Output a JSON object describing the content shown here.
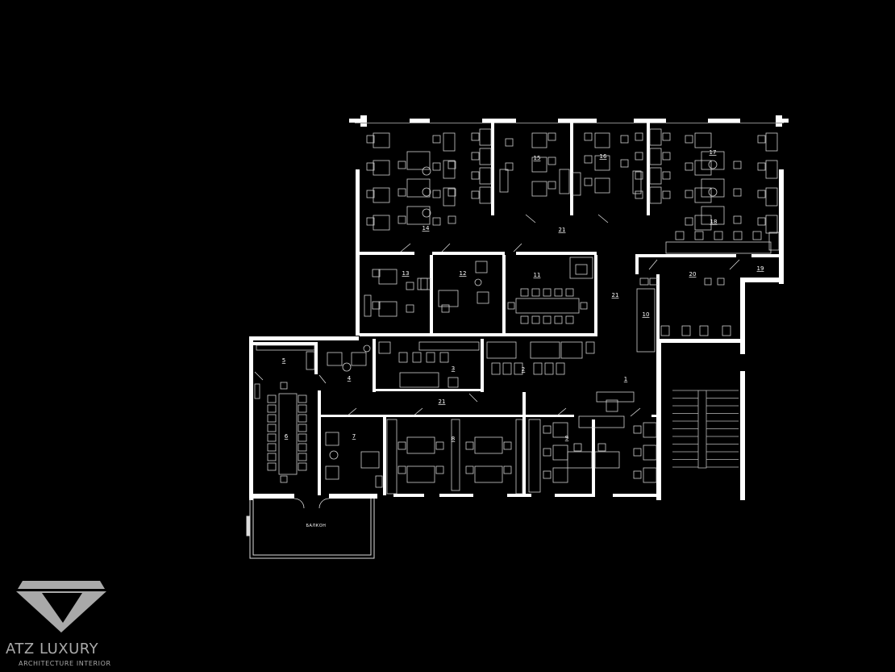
{
  "rooms": [
    {
      "id": "14",
      "label": "14"
    },
    {
      "id": "15",
      "label": "15"
    },
    {
      "id": "16",
      "label": "16"
    },
    {
      "id": "17",
      "label": "17"
    },
    {
      "id": "18",
      "label": "18"
    },
    {
      "id": "13",
      "label": "13"
    },
    {
      "id": "12",
      "label": "12"
    },
    {
      "id": "11",
      "label": "11"
    },
    {
      "id": "20",
      "label": "20"
    },
    {
      "id": "19",
      "label": "19"
    },
    {
      "id": "10",
      "label": "10"
    },
    {
      "id": "21a",
      "label": "21"
    },
    {
      "id": "21b",
      "label": "21"
    },
    {
      "id": "21c",
      "label": "21"
    },
    {
      "id": "5",
      "label": "5"
    },
    {
      "id": "4",
      "label": "4"
    },
    {
      "id": "3",
      "label": "3"
    },
    {
      "id": "2",
      "label": "2"
    },
    {
      "id": "1",
      "label": "1"
    },
    {
      "id": "6",
      "label": "6"
    },
    {
      "id": "7",
      "label": "7"
    },
    {
      "id": "8",
      "label": "8"
    },
    {
      "id": "9",
      "label": "9"
    },
    {
      "id": "balcony",
      "label": "БАЛКОН"
    }
  ],
  "brand": {
    "name": "ATZ LUXURY",
    "tagline": "ARCHITECTURE INTERIOR"
  },
  "colors": {
    "background": "#000000",
    "walls": "#ffffff",
    "furniture": "#cfcfcf",
    "logo": "#a9a9a9"
  }
}
